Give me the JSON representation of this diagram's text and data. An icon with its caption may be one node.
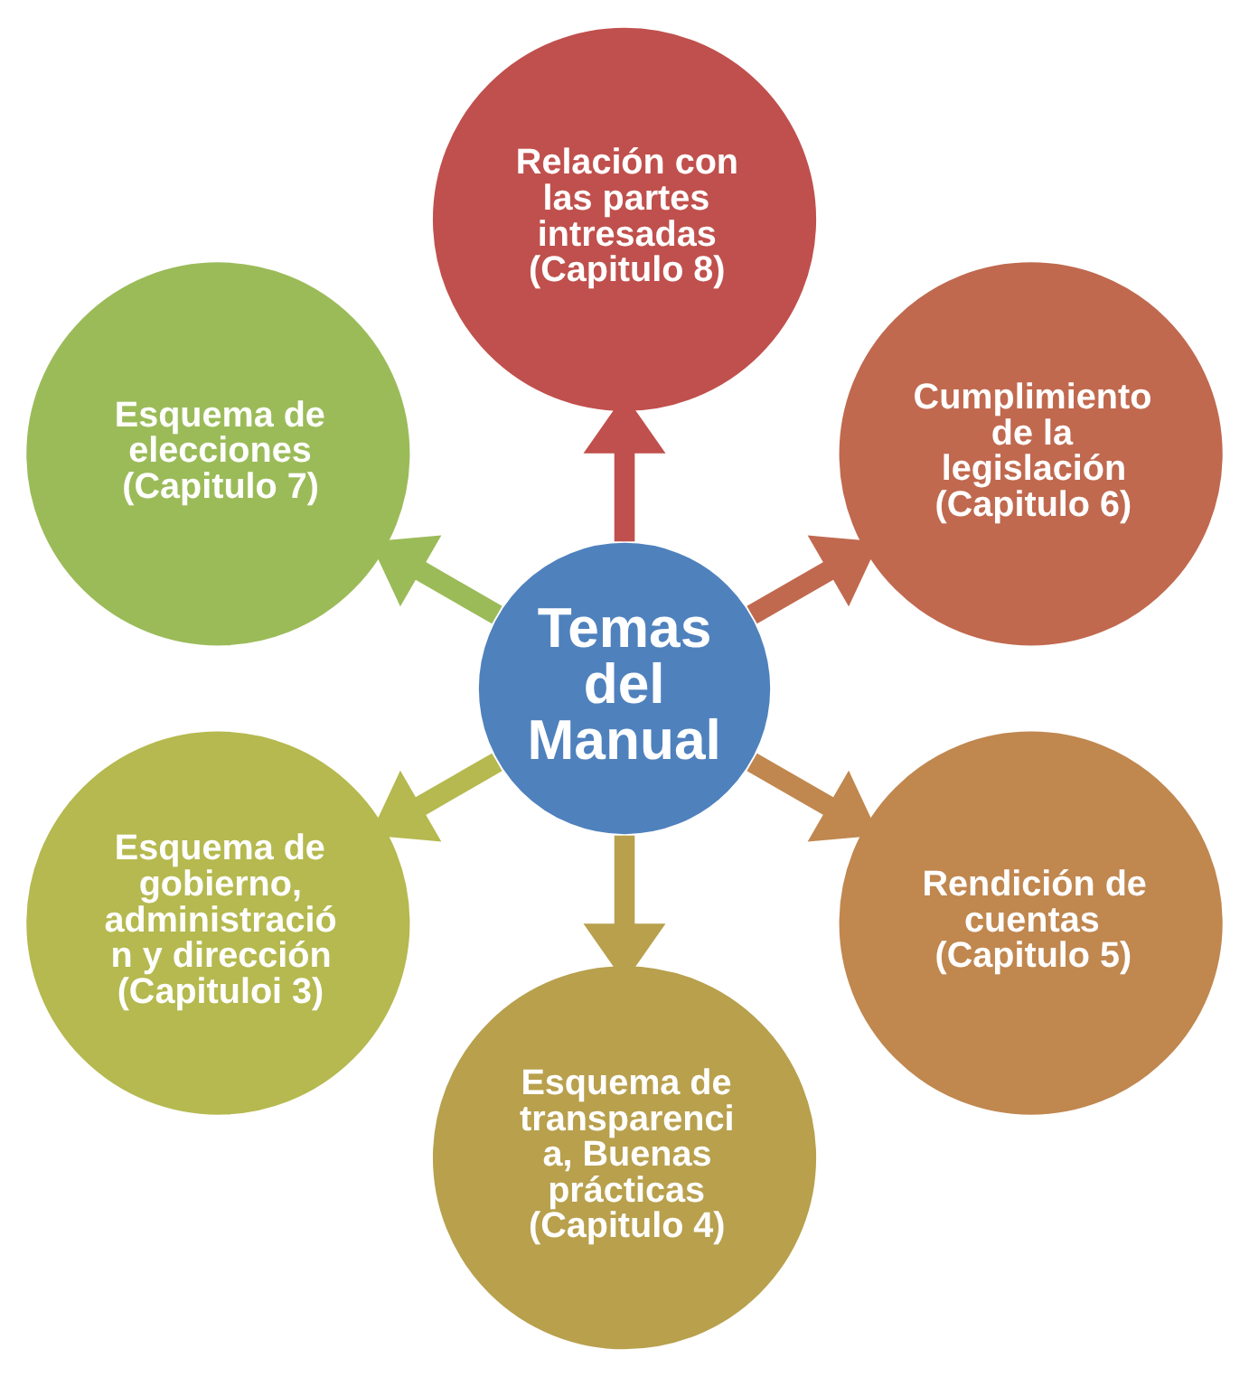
{
  "diagram": {
    "nodes": [
      {
        "text": [
          "Temas del Manual"
        ]
      },
      {
        "text": [
          "Relación con las partes intresadas (Capitulo 8)"
        ]
      },
      {
        "text": [
          "Cumplimiento de la legislación (Capitulo 6)"
        ]
      },
      {
        "text": [
          "Rendición de cuentas (Capitulo 5)"
        ]
      },
      {
        "text": [
          "Esquema de transparenci a, Buenas prácticas (Capitulo 4)"
        ]
      },
      {
        "text": [
          "Esquema de gobierno, administració n y dirección (Capituloi 3)"
        ]
      },
      {
        "text": [
          "Esquema de elecciones (Capitulo 7)"
        ]
      }
    ],
    "edges": [
      {
        "from": 0,
        "to": 1,
        "arrow": "to",
        "color": "#c0504d"
      },
      {
        "from": 0,
        "to": 2,
        "arrow": "to",
        "color": "#c0694f"
      },
      {
        "from": 0,
        "to": 3,
        "arrow": "to",
        "color": "#c0874f"
      },
      {
        "from": 0,
        "to": 4,
        "arrow": "to",
        "color": "#b8a04d"
      },
      {
        "from": 0,
        "to": 5,
        "arrow": "to",
        "color": "#b5b94f"
      },
      {
        "from": 0,
        "to": 6,
        "arrow": "to",
        "color": "#9bbb59"
      }
    ]
  }
}
